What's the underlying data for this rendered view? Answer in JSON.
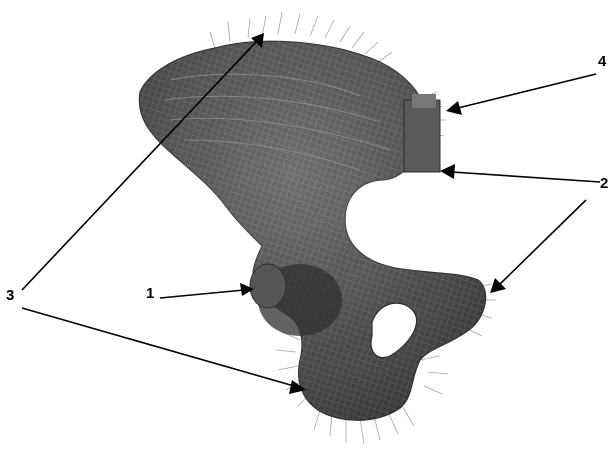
{
  "figure": {
    "subject": "hip-bone-mesh",
    "callouts": [
      {
        "id": "1",
        "label": "1"
      },
      {
        "id": "2",
        "label": "2"
      },
      {
        "id": "3",
        "label": "3"
      },
      {
        "id": "4",
        "label": "4"
      }
    ]
  },
  "colors": {
    "background": "#ffffff",
    "bone_dark": "#3a3a3a",
    "bone_mid": "#5e5e5e",
    "bone_light": "#8a8a8a",
    "bristle": "#9a9a9a",
    "ink": "#000000"
  }
}
